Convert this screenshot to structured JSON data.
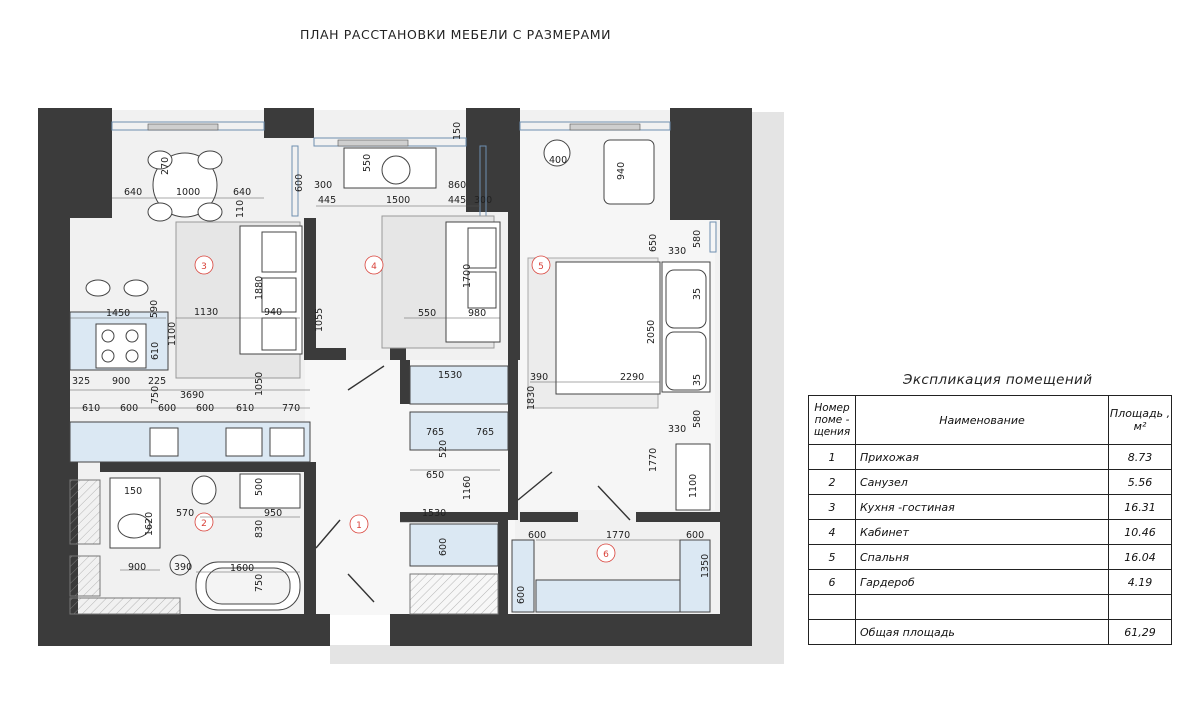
{
  "title": "ПЛАН РАССТАНОВКИ МЕБЕЛИ С РАЗМЕРАМИ",
  "rooms": [
    {
      "label": "1"
    },
    {
      "label": "2"
    },
    {
      "label": "3"
    },
    {
      "label": "4"
    },
    {
      "label": "5"
    },
    {
      "label": "6"
    }
  ],
  "dimensions": {
    "d270": "270",
    "d640a": "640",
    "d1000": "1000",
    "d640b": "640",
    "d110": "110",
    "d1450": "1450",
    "d590": "590",
    "d1100": "1100",
    "d610": "610",
    "d325": "325",
    "d900a": "900",
    "d225": "225",
    "d3690": "3690",
    "d610b": "610",
    "d600a": "600",
    "d600b": "600",
    "d610c": "610",
    "d770": "770",
    "d1130": "1130",
    "d940a": "940",
    "d1880": "1880",
    "d1050": "1050",
    "d750": "750",
    "d300": "300",
    "d445a": "445",
    "d550": "550",
    "d1500": "1500",
    "d860": "860",
    "d445b": "445",
    "d300b": "300",
    "d150": "150",
    "d600c": "600",
    "d1055": "1055",
    "d1700": "1700",
    "d550b": "550",
    "d980": "980",
    "d1530a": "1530",
    "d765a": "765",
    "d765b": "765",
    "d520": "520",
    "d650": "650",
    "d1160": "1160",
    "d1530b": "1530",
    "d600d": "600",
    "d400": "400",
    "d940b": "940",
    "d650b": "650",
    "d330a": "330",
    "d580a": "580",
    "d2050": "2050",
    "d2290": "2290",
    "d35a": "35",
    "d35b": "35",
    "d390a": "390",
    "d1830": "1830",
    "d580b": "580",
    "d330b": "330",
    "d1770a": "1770",
    "d1100b": "1100",
    "d1770b": "1770",
    "d600e": "600",
    "d600f": "600",
    "d1350": "1350",
    "d600g": "600",
    "d150b": "150",
    "d1620": "1620",
    "d900b": "900",
    "d570": "570",
    "d950": "950",
    "d500": "500",
    "d830": "830",
    "d1600": "1600",
    "d390b": "390",
    "d750b": "750",
    "d600h": "600"
  },
  "legend": {
    "title": "Экспликация  помещений",
    "header_num": "Номер поме - щения",
    "header_name": "Наименование",
    "header_area": "Площадь , м²",
    "rows": [
      {
        "num": "1",
        "name": "Прихожая",
        "area": "8.73"
      },
      {
        "num": "2",
        "name": "Санузел",
        "area": "5.56"
      },
      {
        "num": "3",
        "name": "Кухня -гостиная",
        "area": "16.31"
      },
      {
        "num": "4",
        "name": "Кабинет",
        "area": "10.46"
      },
      {
        "num": "5",
        "name": "Спальня",
        "area": "16.04"
      },
      {
        "num": "6",
        "name": "Гардероб",
        "area": "4.19"
      },
      {
        "num": "",
        "name": "",
        "area": ""
      }
    ],
    "total_name": "Общая площадь",
    "total_area": "61,29"
  }
}
